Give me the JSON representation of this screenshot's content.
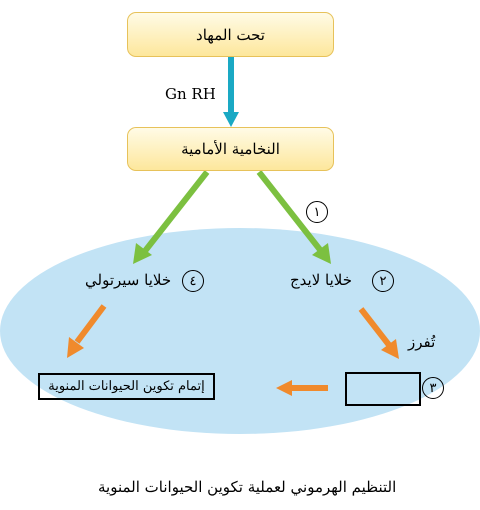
{
  "diagram": {
    "hypothalamus": "تحت المهاد",
    "gnrh": "Gn RH",
    "pituitary": "النخامية الأمامية",
    "step1": "١",
    "step2": "٢",
    "step3": "٣",
    "step4": "٤",
    "leydig": "خلايا لايدج",
    "sertoli": "خلايا سيرتولي",
    "secrete": "تُفرز",
    "completion": "إتمام تكوين الحيوانات المنوية",
    "caption": "التنظيم الهرموني لعملية تكوين الحيوانات المنوية"
  },
  "colors": {
    "box_fill": "#fde79c",
    "box_border": "#e7c25a",
    "ellipse": "#c2e3f5",
    "arrow_teal": "#1aa9c4",
    "arrow_green": "#7cc040",
    "arrow_orange": "#f08a2c"
  }
}
